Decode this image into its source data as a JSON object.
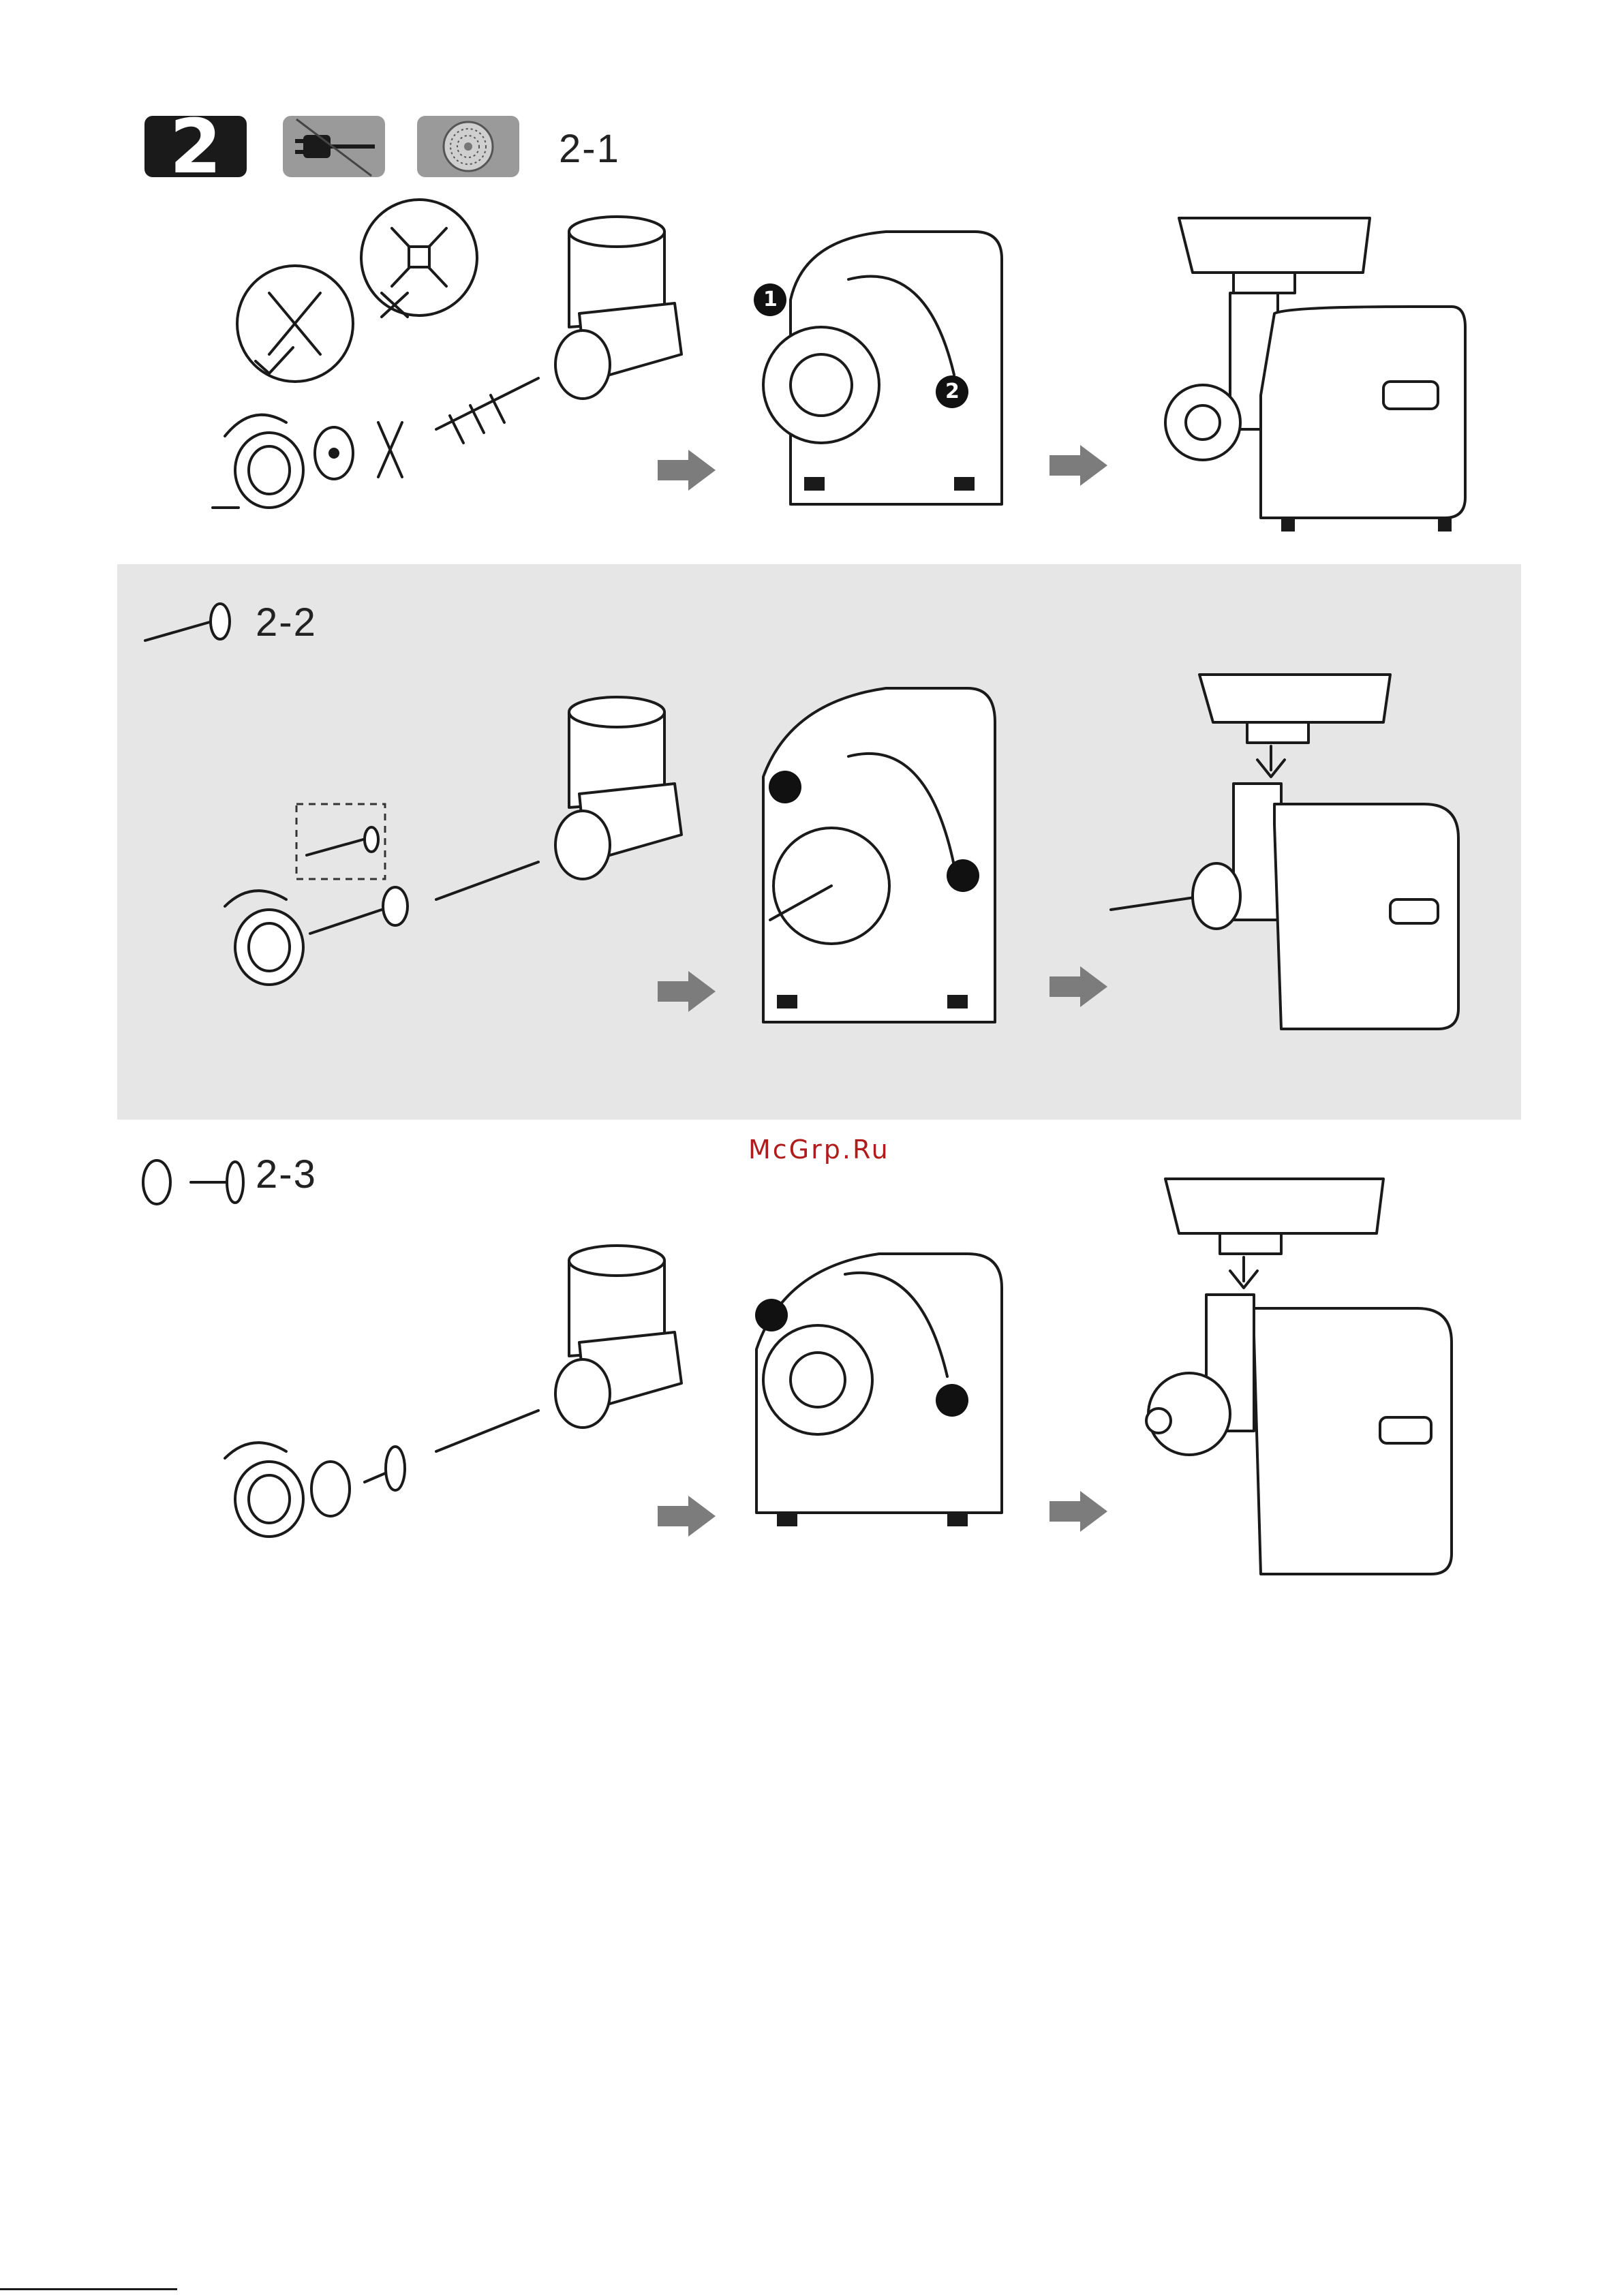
{
  "header": {
    "step_number": "2",
    "unplug_icon": "unplug-icon",
    "mincing-plate_icon": "mincing-plate-icon"
  },
  "sections": [
    {
      "id": "2-1",
      "label": "2-1"
    },
    {
      "id": "2-2",
      "label": "2-2"
    },
    {
      "id": "2-3",
      "label": "2-3"
    }
  ],
  "markers": {
    "one": "1",
    "two": "2"
  },
  "watermark": "McGrp.Ru",
  "colors": {
    "band": "#e6e6e6",
    "arrow": "#7c7c7c",
    "watermark": "#b01c1c",
    "badge": "#1a1a1a",
    "icon_box": "#9a9a9a"
  }
}
